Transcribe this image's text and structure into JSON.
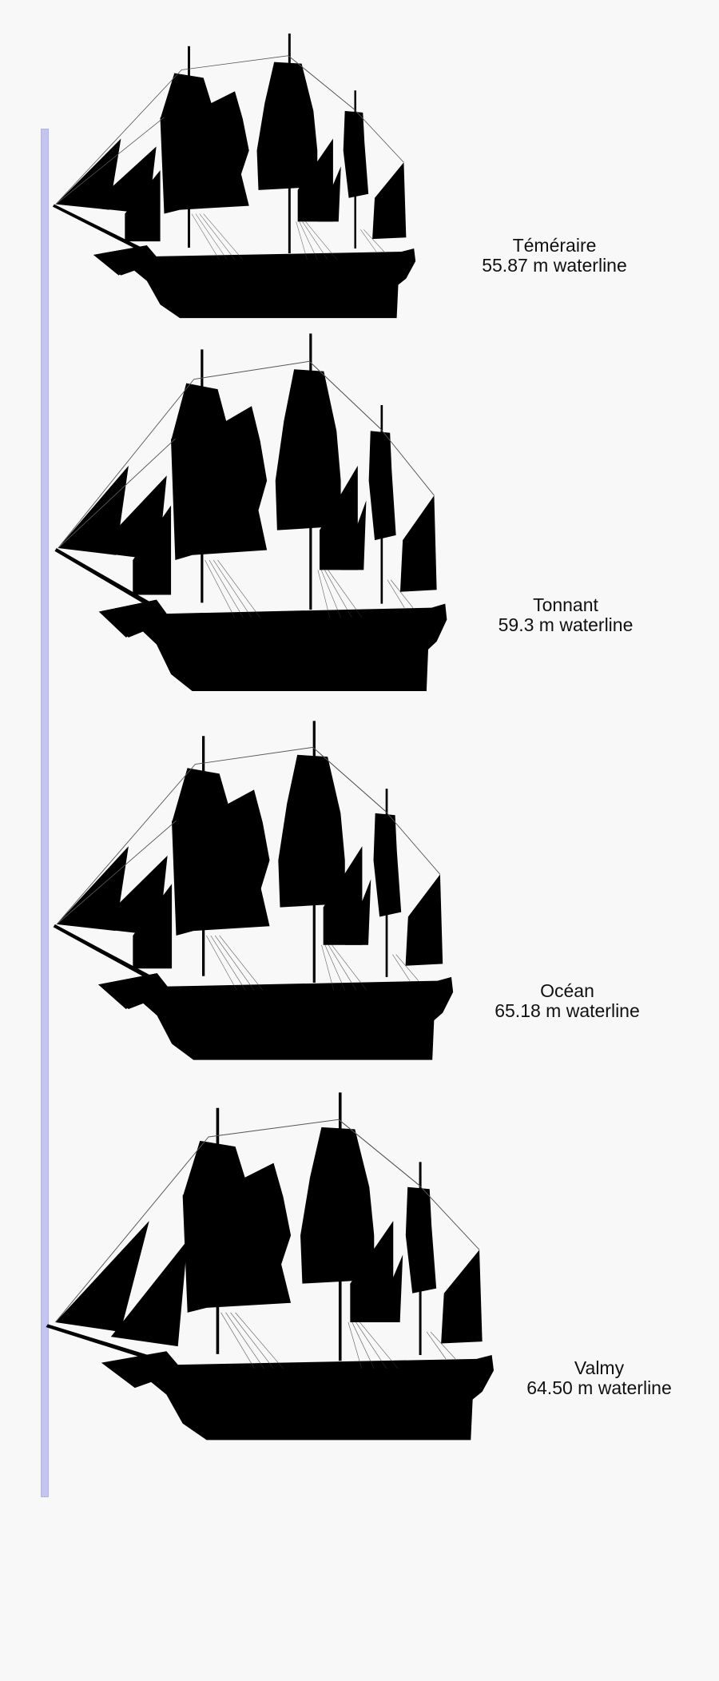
{
  "diagram": {
    "title": "",
    "scale_bar": {
      "color": "#c4c4f2",
      "border_color": "#b4b4e4"
    },
    "background": "#f8f8f8",
    "silhouette_color": "#000000",
    "ships": [
      {
        "name": "Téméraire",
        "length_label": "55.87 m waterline",
        "length_m": 55.87
      },
      {
        "name": "Tonnant",
        "length_label": "59.3 m waterline",
        "length_m": 59.3
      },
      {
        "name": "Océan",
        "length_label": "65.18 m waterline",
        "length_m": 65.18
      },
      {
        "name": "Valmy",
        "length_label": "64.50 m waterline",
        "length_m": 64.5
      }
    ]
  }
}
